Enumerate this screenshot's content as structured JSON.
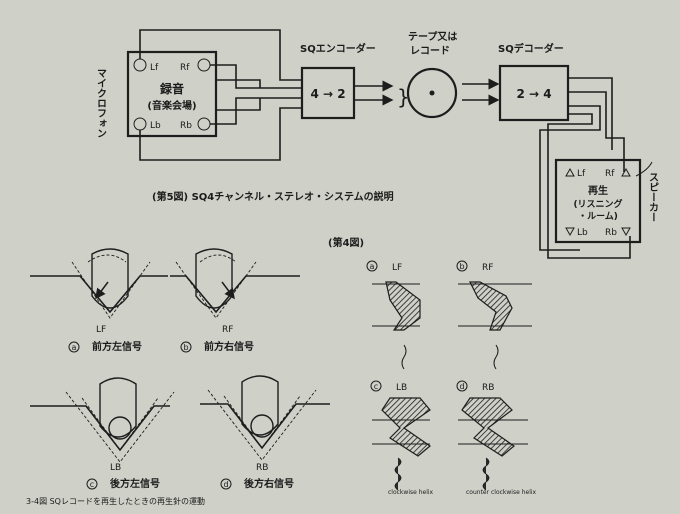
{
  "system": {
    "microphone_label": "マイクロフォン",
    "recording_label": "録音",
    "recording_venue": "(音楽会場)",
    "mics": [
      "Lf",
      "Rf",
      "Lb",
      "Rb"
    ],
    "encoder_title": "SQエンコーダー",
    "encoder_label": "4 → 2",
    "media_label_1": "テープ又は",
    "media_label_2": "レコード",
    "decoder_title": "SQデコーダー",
    "decoder_label": "2 → 4",
    "playback_label": "再生",
    "listening_label_1": "(リスニング",
    "listening_label_2": "・ルーム)",
    "speakers": [
      "Lf",
      "Rf",
      "Lb",
      "Rb"
    ],
    "speaker_label": "スピーカー",
    "caption": "(第5図) SQ4チャンネル・ステレオ・システムの説明"
  },
  "fig4": {
    "title": "(第4図)",
    "stylus": [
      {
        "letter": "a",
        "symbol": "LF",
        "label": "前方左信号"
      },
      {
        "letter": "b",
        "symbol": "RF",
        "label": "前方右信号"
      },
      {
        "letter": "c",
        "symbol": "LB",
        "label": "後方左信号"
      },
      {
        "letter": "d",
        "symbol": "RB",
        "label": "後方右信号"
      }
    ],
    "groove": [
      {
        "letter": "a",
        "symbol": "LF",
        "note": ""
      },
      {
        "letter": "b",
        "symbol": "RF",
        "note": ""
      },
      {
        "letter": "c",
        "symbol": "LB",
        "note": "clockwise helix"
      },
      {
        "letter": "d",
        "symbol": "RB",
        "note": "counter clockwise helix"
      }
    ],
    "caption": "3-4図 SQレコードを再生したときの再生針の運動"
  }
}
